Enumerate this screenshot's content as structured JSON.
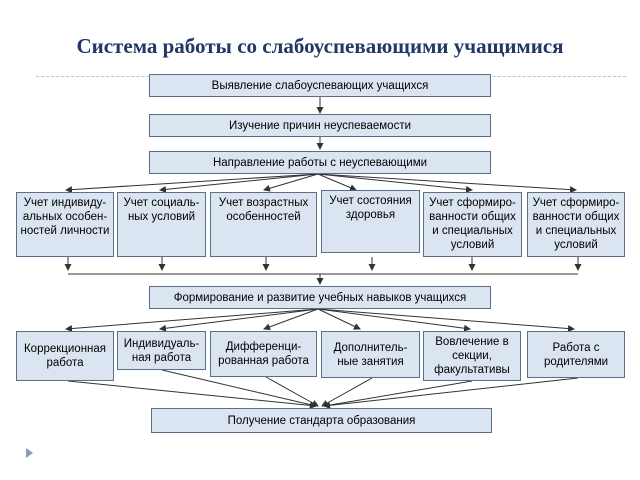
{
  "title": "Система работы со слабоуспевающими учащимися",
  "steps": {
    "identify": "Выявление слабоуспевающих учащихся",
    "study": "Изучение причин неуспеваемости",
    "direction": "Направление работы с неуспевающими"
  },
  "accounting": [
    "Учет индивиду-альных особен-ностей личности",
    "Учет социаль-ных условий",
    "Учет возрастных особенностей",
    "Учет состояния здоровья",
    "Учет сформиро-ванности общих и специальных условий",
    "Учет сформиро-ванности общих и специальных условий"
  ],
  "skills": "Формирование и развитие учебных навыков учащихся",
  "work_forms": [
    "Коррекционная работа",
    "Индивидуаль-ная работа",
    "Дифференци-рованная работа",
    "Дополнитель-ные занятия",
    "Вовлечение в секции, факультативы",
    "Работа с родителями"
  ],
  "result": "Получение стандарта образования",
  "colors": {
    "title": "#1f3864",
    "box_fill": "#dbe5f1",
    "box_border": "#5c6f88",
    "arrow": "#333333"
  }
}
